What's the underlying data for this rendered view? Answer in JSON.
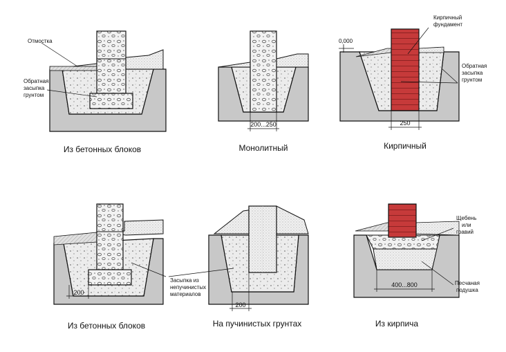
{
  "captions": {
    "top_left": "Из бетонных блоков",
    "top_mid": "Монолитный",
    "top_right": "Кирпичный",
    "bot_left": "Из бетонных блоков",
    "bot_mid": "На пучинистых грунтах",
    "bot_right": "Из кирпича"
  },
  "labels": {
    "otmostka": "Отмостка",
    "backfill_1": "Обратная",
    "backfill_2": "засыпка",
    "backfill_3": "грунтом",
    "zero": "0,000",
    "brick_fund_1": "Кирпичный",
    "brick_fund_2": "фундамент",
    "fill_nonheave_1": "Засыпка из",
    "fill_nonheave_2": "непучинистых",
    "fill_nonheave_3": "материалов",
    "gravel_1": "Щебень",
    "gravel_2": "или",
    "gravel_3": "гравий",
    "sand_1": "Песчаная",
    "sand_2": "подушка"
  },
  "dimensions": {
    "mono_width": "200...250",
    "brick_width": "250",
    "blocks_offset": "200",
    "heave_offset": "200",
    "cushion_width": "400...800"
  },
  "colors": {
    "ground": "#c8c8c8",
    "concrete": "#e6e6e6",
    "brick": "#c63a3a",
    "line": "#111111"
  }
}
